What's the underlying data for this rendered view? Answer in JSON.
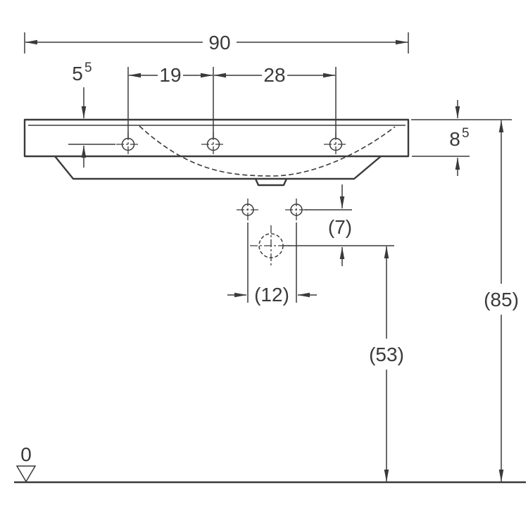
{
  "meta": {
    "line_color": "#3a3a3a",
    "background": "#ffffff",
    "drawing_type": "washbasin-front-dimension-drawing"
  },
  "dimensions": {
    "overall_width": "90",
    "top_edge_to_tap_hole_main": "5",
    "top_edge_to_tap_hole_sup": "5",
    "tap_hole_spacing_left": "19",
    "tap_hole_spacing_right": "28",
    "front_height_main": "8",
    "front_height_sup": "5",
    "overall_height": "(85)",
    "fixing_to_outlet_offset": "(7)",
    "fixing_hole_spacing": "(12)",
    "outlet_height": "(53)",
    "datum_level": "0"
  }
}
